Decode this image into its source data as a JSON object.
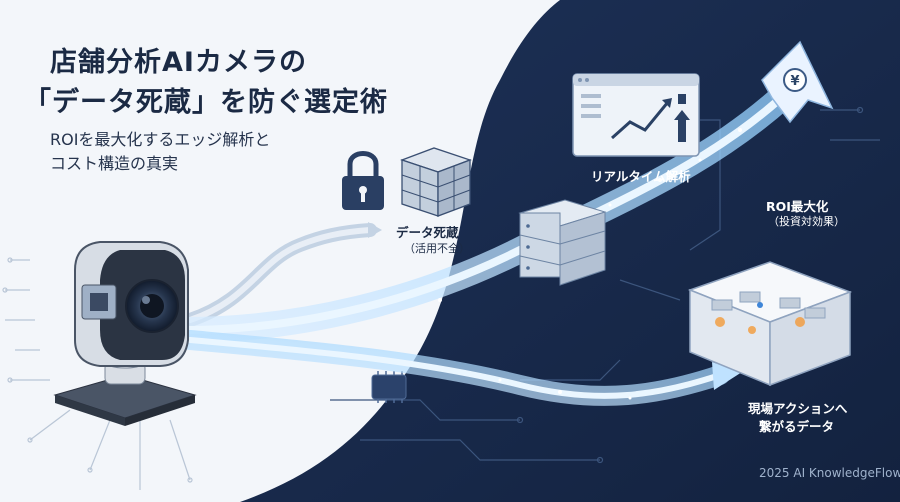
{
  "heading": {
    "title_line1": "店舗分析AIカメラの",
    "title_line2": "「データ死蔵」を防ぐ選定術",
    "subtitle_line1": "ROIを最大化するエッジ解析と",
    "subtitle_line2": "コスト構造の真実"
  },
  "labels": {
    "data_dead_line1": "データ死蔵",
    "data_dead_line2": "（活用不全）",
    "realtime": "リアルタイム解析",
    "roi_line1": "ROI最大化",
    "roi_line2": "（投資対効果）",
    "field_line1": "現場アクションへ",
    "field_line2": "繋がるデータ"
  },
  "icons": {
    "camera": "edge-ai-camera-icon",
    "lock": "lock-icon",
    "storage": "storage-boxes-icon",
    "server": "server-icon",
    "dashboard": "analytics-dashboard-icon",
    "arrow": "yen-arrow-icon",
    "store": "store-floor-icon",
    "chip": "chip-icon"
  },
  "credit": "2025 AI KnowledgeFlow",
  "colors": {
    "background_light": "#f3f6fa",
    "background_dark": "#17284a",
    "title": "#1b2a44",
    "flow_glow": "#9fd4ff",
    "accent_orange": "#f39a3a"
  }
}
